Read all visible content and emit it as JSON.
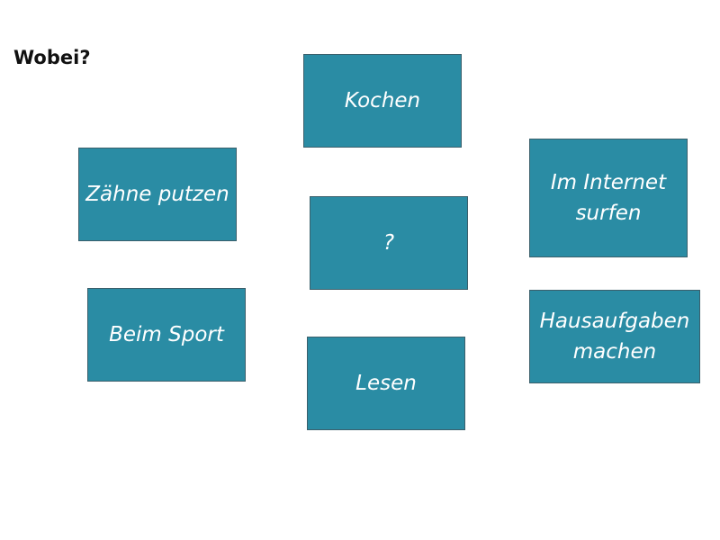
{
  "heading": "Wobei?",
  "box_color": "#2a8ca4",
  "boxes": {
    "kochen": "Kochen",
    "zaehne_putzen": "Zähne putzen",
    "im_internet_surfen": "Im Internet surfen",
    "question": "?",
    "beim_sport": "Beim Sport",
    "hausaufgaben_machen": "Hausaufgaben machen",
    "lesen": "Lesen"
  }
}
